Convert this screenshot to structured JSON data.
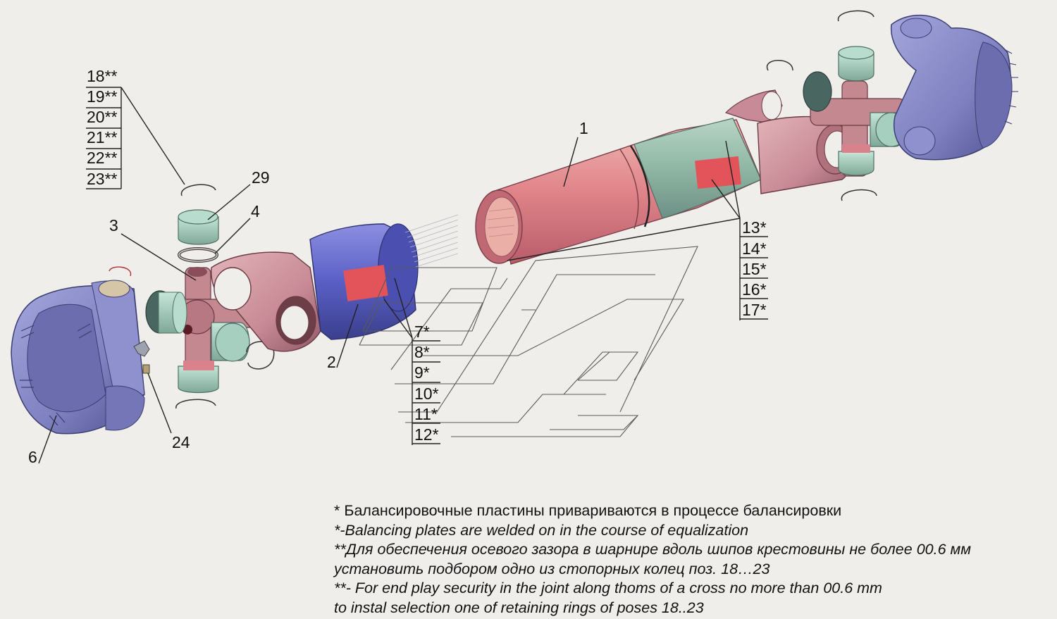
{
  "labels": {
    "p1": "1",
    "p2": "2",
    "p3": "3",
    "p4": "4",
    "p6": "6",
    "p24": "24",
    "p29": "29",
    "rings": [
      "18**",
      "19**",
      "20**",
      "21**",
      "22**",
      "23**"
    ],
    "plates_front": [
      "7*",
      "8*",
      "9*",
      "10*",
      "11*",
      "12*"
    ],
    "plates_rear": [
      "13*",
      "14*",
      "15*",
      "16*",
      "17*"
    ]
  },
  "notes": {
    "line1": "* Балансировочные пластины привариваются в процессе балансировки",
    "line2": "*-Balancing plates are welded on in the course of equalization",
    "line3": "**Для обеспечения осевого зазора в шарнире вдоль шипов крестовины не более 00.6 мм",
    "line4": "установить подбором одно из стопорных колец поз. 18…23",
    "line5": "**-  For end play security in the joint along thoms of a cross no more than 00.6 mm",
    "line6": "to instal selection one of retaining rings of poses 18..23"
  },
  "colors": {
    "flange": "#7e80c0",
    "yoke": "#c88a96",
    "tube": "#e0848a",
    "tube_green": "#8fb7a4",
    "blue_sleeve": "#5a5fc6",
    "cap": "#a3d2be",
    "plate": "#e2535a"
  }
}
